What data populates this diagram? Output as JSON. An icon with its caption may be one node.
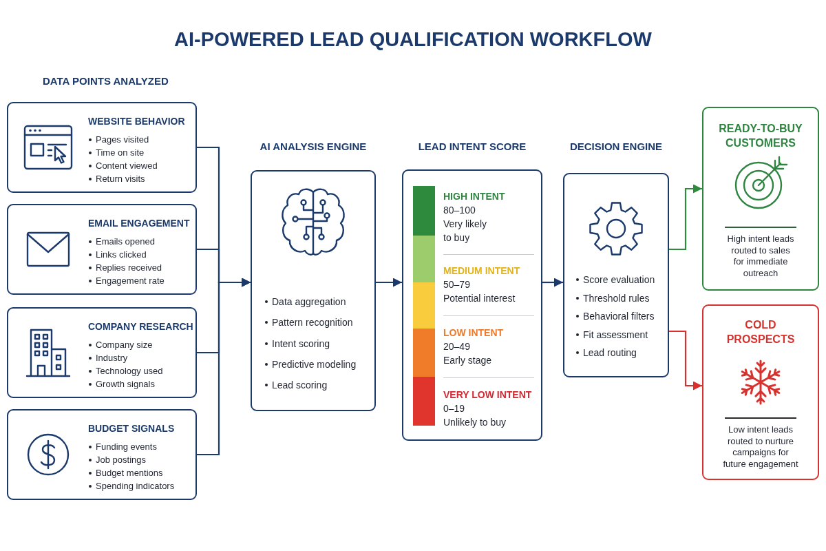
{
  "diagram": {
    "title": "AI-POWERED LEAD QUALIFICATION WORKFLOW",
    "nodes": [
      {
        "text": [
          "WEBSITE BEHAVIOR",
          "Pages visited",
          "Time on site",
          "Content viewed",
          "Return visits"
        ]
      },
      {
        "text": [
          "EMAIL ENGAGEMENT",
          "Emails opened",
          "Links clicked",
          "Replies received",
          "Engagement rate"
        ]
      },
      {
        "text": [
          "COMPANY RESEARCH",
          "Company size",
          "Industry",
          "Technology used",
          "Growth signals"
        ]
      },
      {
        "text": [
          "BUDGET SIGNALS",
          "Funding events",
          "Job postings",
          "Budget mentions",
          "Spending indicators"
        ]
      },
      {
        "text": [
          "AI ANALYSIS ENGINE",
          "Data aggregation",
          "Pattern recognition",
          "Intent scoring",
          "Predictive modeling",
          "Lead scoring"
        ]
      },
      {
        "text": [
          "LEAD INTENT SCORE",
          "HIGH INTENT",
          "80–100",
          "Very likely to buy",
          "MEDIUM INTENT",
          "50–79",
          "Potential interest",
          "LOW INTENT",
          "20–49",
          "Early stage",
          "VERY LOW INTENT",
          "0–19",
          "Unlikely to buy"
        ]
      },
      {
        "text": [
          "DECISION ENGINE",
          "Score evaluation",
          "Threshold rules",
          "Behavioral filters",
          "Fit assessment",
          "Lead routing"
        ]
      },
      {
        "text": [
          "READY-TO-BUY CUSTOMERS",
          "High intent leads routed to sales for immediate outreach"
        ]
      },
      {
        "text": [
          "COLD PROSPECTS",
          "Low intent leads routed to nurture campaigns for future engagement"
        ]
      }
    ],
    "edges": [
      {
        "from": 0,
        "to": 4,
        "arrow": "to"
      },
      {
        "from": 1,
        "to": 4,
        "arrow": "to"
      },
      {
        "from": 2,
        "to": 4,
        "arrow": "to"
      },
      {
        "from": 3,
        "to": 4,
        "arrow": "to"
      },
      {
        "from": 4,
        "to": 5,
        "arrow": "to"
      },
      {
        "from": 5,
        "to": 6,
        "arrow": "to"
      },
      {
        "from": 6,
        "to": 7,
        "arrow": "to",
        "color": "#2e8b3e"
      },
      {
        "from": 6,
        "to": 8,
        "arrow": "to",
        "color": "#d9302c"
      }
    ],
    "labels": [
      "DATA POINTS ANALYZED"
    ]
  }
}
